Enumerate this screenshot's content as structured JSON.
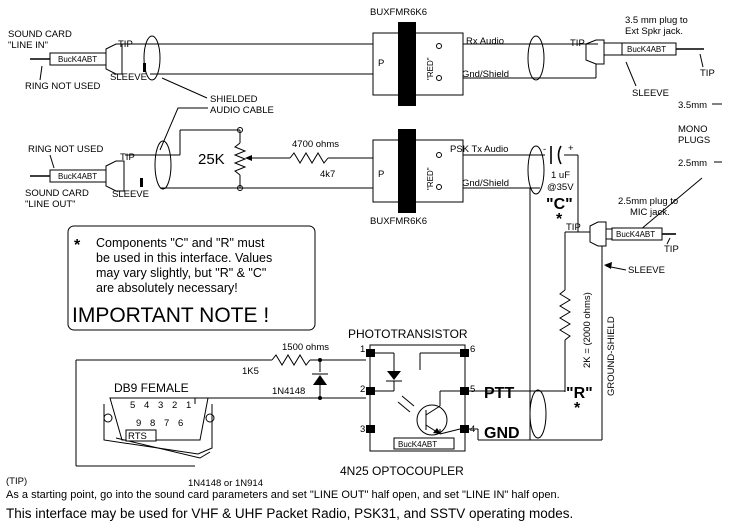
{
  "transformers": {
    "top_model": "BUXFMR6K6",
    "bottom_model": "BUXFMR6K6",
    "primary_label": "P",
    "secondary_label": "\"RED\""
  },
  "top_section": {
    "sound_card_in_line1": "SOUND CARD",
    "sound_card_in_line2": "\"LINE IN\"",
    "tip": "TIP",
    "sleeve": "SLEEVE",
    "ring_not_used": "RING NOT USED",
    "plug_brand": "BucK4ABT",
    "rx_audio": "Rx Audio",
    "gnd_shield": "Gnd/Shield",
    "plug_35_line1": "3.5 mm plug to",
    "plug_35_line2": "Ext Spkr jack.",
    "plug_35_brand": "BucK4ABT",
    "plug_35_tip": "TIP",
    "plug_35_sleeve": "SLEEVE",
    "plug_35_size": "3.5mm"
  },
  "cable": {
    "line1": "SHIELDED",
    "line2": "AUDIO CABLE"
  },
  "middle_section": {
    "ring_not_used": "RING NOT USED",
    "tip": "TIP",
    "sleeve": "SLEEVE",
    "plug_brand": "BucK4ABT",
    "sound_card_out_line1": "SOUND CARD",
    "sound_card_out_line2": "\"LINE OUT\"",
    "pot": "25K",
    "resistor_value": "4700 ohms",
    "resistor_code": "4k7",
    "psk_tx_audio": "PSK Tx Audio",
    "gnd_shield": "Gnd/Shield",
    "cap_minus": "-",
    "cap_plus": "+",
    "cap_value": "1 uF",
    "cap_voltage": "@35V",
    "cap_ref": "\"C\"",
    "cap_star": "*"
  },
  "mono_plugs": {
    "line1": "MONO",
    "line2": "PLUGS",
    "size_25": "2.5mm",
    "plug_25_line1": "2.5mm plug to",
    "plug_25_line2": "MIC jack.",
    "plug_25_tip": "TIP",
    "plug_25_brand": "BucK4ABT",
    "plug_25_tip2": "TIP",
    "plug_25_sleeve": "SLEEVE"
  },
  "resistor_r": {
    "value": "2K = (2000 ohms)",
    "ref": "\"R\"",
    "star": "*",
    "ground_shield": "GROUND-SHIELD"
  },
  "note": {
    "star": "*",
    "line1": "Components \"C\" and \"R\" must",
    "line2": "be used in this interface. Values",
    "line3": "may vary slightly, but \"R\" &  \"C\"",
    "line4": "are absolutely necessary!",
    "title": "IMPORTANT NOTE !"
  },
  "optocoupler": {
    "title": "PHOTOTRANSISTOR",
    "part": "4N25  OPTOCOUPLER",
    "brand": "BucK4ABT",
    "pin1": "1",
    "pin2": "2",
    "pin3": "3",
    "pin4": "4",
    "pin5": "5",
    "pin6": "6",
    "ptt": "PTT",
    "gnd": "GND"
  },
  "db9": {
    "title": "DB9 FEMALE",
    "pins_top": [
      "5",
      "4",
      "3",
      "2",
      "1"
    ],
    "pins_bottom": [
      "9",
      "8",
      "7",
      "6"
    ],
    "rts": "RTS"
  },
  "input_parts": {
    "resistor_value": "1500 ohms",
    "resistor_code": "1K5",
    "diode": "1N4148",
    "diode_alt": "1N4148 or 1N914"
  },
  "footer": {
    "tip": "(TIP)",
    "line1": "As a starting point, go into the sound card parameters and set \"LINE OUT\" half open, and set \"LINE IN\" half open.",
    "line2": "This interface may be used for VHF & UHF Packet Radio, PSK31, and SSTV operating modes."
  }
}
